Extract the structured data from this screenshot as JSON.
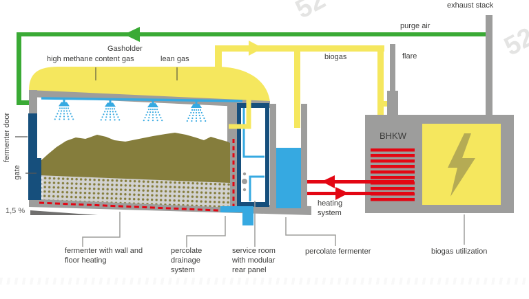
{
  "colors": {
    "green": "#3aaa35",
    "yellow": "#f5e75e",
    "gray": "#9d9d9c",
    "darkgray": "#706f6e",
    "navy": "#164f7c",
    "lightblue": "#36a9e1",
    "olive": "#857d3c",
    "boltolive": "#b5ab54",
    "red": "#e30613",
    "text": "#3c3c3b"
  },
  "labels": {
    "exhaust_stack": "exhaust stack",
    "purge_air": "purge air",
    "biogas": "biogas",
    "flare": "flare",
    "gasholder": "Gasholder",
    "high_methane_content_gas": "high methane content gas",
    "lean_gas": "lean gas",
    "fermenter_door": "fermenter door",
    "gate": "gate",
    "slope": "1,5 %",
    "bhkw": "BHKW",
    "heating_system": "heating system",
    "fermenter_wall_floor_heating": "fermenter with wall and floor heating",
    "percolate_drainage_system": "percolate drainage system",
    "service_room": "service room with modular rear panel",
    "percolate_fermenter": "percolate fermenter",
    "biogas_utilization": "biogas utilization",
    "watermark": "52"
  }
}
